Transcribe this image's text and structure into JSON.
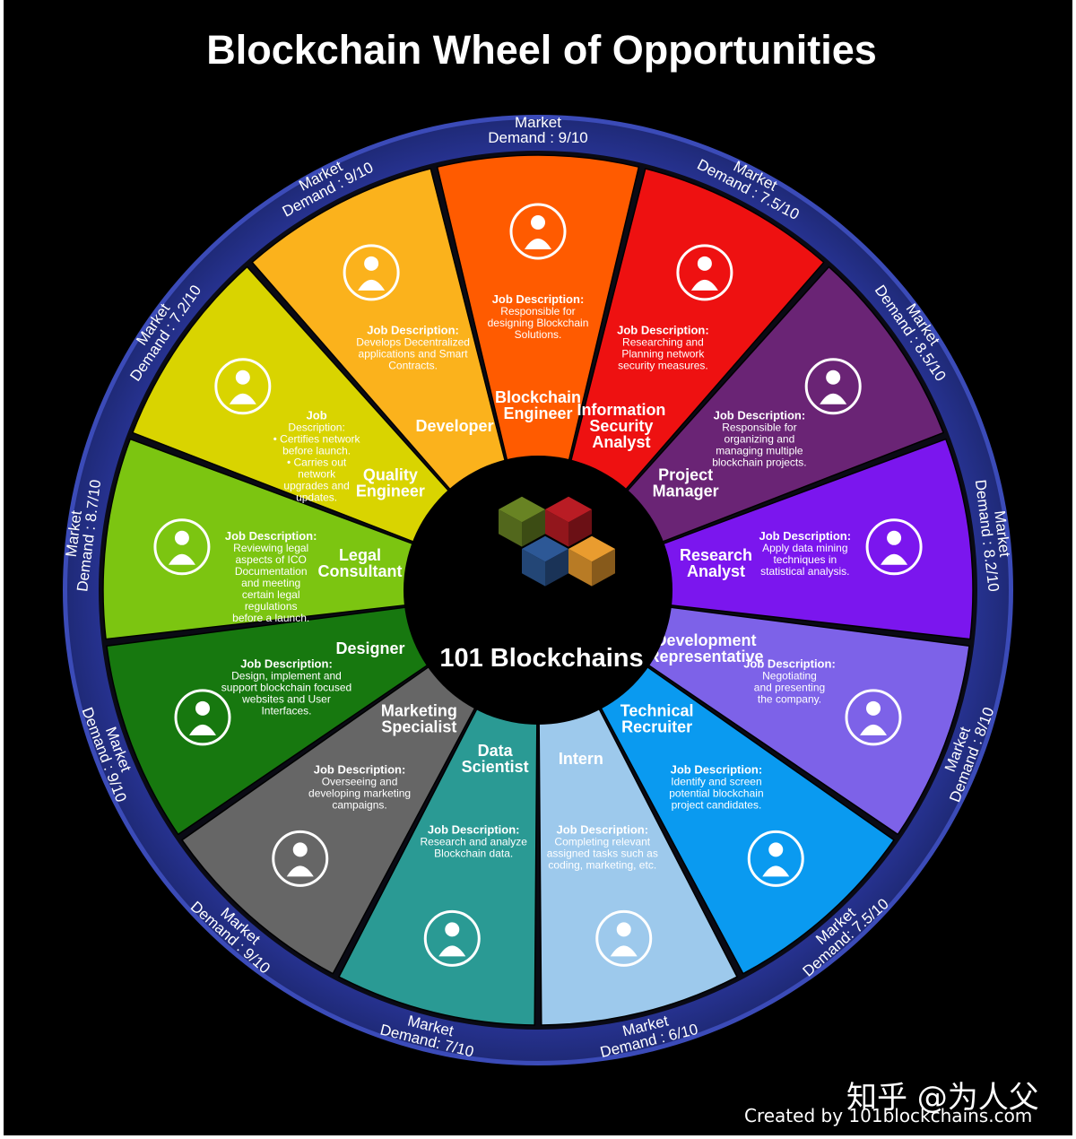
{
  "title": "Blockchain Wheel of Opportunities",
  "center_brand": "101 Blockchains",
  "credit": "Created by 101blockchains.com",
  "watermark": "知乎 @为人父",
  "rim_colors": {
    "outer": "#1f2a78",
    "inner": "#2e3aa8",
    "hub": "#000000"
  },
  "roles": [
    {
      "title": [
        "Blockchain",
        "Engineer"
      ],
      "description_heading": "Job Description:",
      "description": [
        "Responsible for",
        "designing Blockchain",
        "Solutions."
      ],
      "demand_lines": [
        "Market",
        "Demand : 9/10"
      ],
      "demand_score": 9,
      "color": "#ff5b00",
      "icon": "engineer-at-desk-icon"
    },
    {
      "title": [
        "Information",
        "Security",
        "Analyst"
      ],
      "description_heading": "Job Description:",
      "description": [
        "Researching and",
        "Planning network",
        "security measures."
      ],
      "demand_lines": [
        "Market",
        "Demand : 7.5/10"
      ],
      "demand_score": 7.5,
      "color": "#ee1111",
      "icon": "presenter-chart-icon"
    },
    {
      "title": [
        "Project",
        "Manager"
      ],
      "description_heading": "Job Description:",
      "description": [
        "Responsible for",
        "organizing and",
        "managing multiple",
        "blockchain projects."
      ],
      "demand_lines": [
        "Market",
        "Demand : 8.5/10"
      ],
      "demand_score": 8.5,
      "color": "#6a2475",
      "icon": "manager-gears-icon"
    },
    {
      "title": [
        "Research",
        "Analyst"
      ],
      "description_heading": "Job Description:",
      "description": [
        "Apply data mining",
        "techniques in",
        "statistical analysis."
      ],
      "demand_lines": [
        "Market",
        "Demand : 8.2/10"
      ],
      "demand_score": 8.2,
      "color": "#7b16ee",
      "icon": "head-magnifier-icon"
    },
    {
      "title": [
        "Development",
        "Representative"
      ],
      "description_heading": "Job Description:",
      "description": [
        "Negotiating",
        "and presenting",
        "the company."
      ],
      "demand_lines": [
        "Market",
        "Demand : 8/10"
      ],
      "demand_score": 8,
      "color": "#7d62e8",
      "icon": "representative-globe-icon"
    },
    {
      "title": [
        "Technical",
        "Recruiter"
      ],
      "description_heading": "Job Description:",
      "description": [
        "Identify and screen",
        "potential blockchain",
        "project candidates."
      ],
      "demand_lines": [
        "Market",
        "Demand: 7.5/10"
      ],
      "demand_score": 7.5,
      "color": "#0a9af0",
      "icon": "recruiter-group-icon"
    },
    {
      "title": [
        "Intern"
      ],
      "description_heading": "Job Description:",
      "description": [
        "Completing relevant",
        "assigned tasks such as",
        "coding, marketing, etc."
      ],
      "demand_lines": [
        "Market",
        "Demand : 6/10"
      ],
      "demand_score": 6,
      "color": "#9dc9ec",
      "icon": "intern-desk-icon"
    },
    {
      "title": [
        "Data",
        "Scientist"
      ],
      "description_heading": "Job Description:",
      "description": [
        "Research and analyze",
        "Blockchain data."
      ],
      "demand_lines": [
        "Market",
        "Demand: 7/10"
      ],
      "demand_score": 7,
      "color": "#2a9a94",
      "icon": "scientist-report-icon"
    },
    {
      "title": [
        "Marketing",
        "Specialist"
      ],
      "description_heading": "Job Description:",
      "description": [
        "Overseeing and",
        "developing marketing",
        "campaigns."
      ],
      "demand_lines": [
        "Market",
        "Demand : 9/10"
      ],
      "demand_score": 9,
      "color": "#666666",
      "icon": "megaphone-woman-icon"
    },
    {
      "title": [
        "Designer"
      ],
      "description_heading": "Job Description:",
      "description": [
        "Design, implement and",
        "support blockchain focused",
        "websites and User",
        "Interfaces."
      ],
      "demand_lines": [
        "Market",
        "Demand : 9/10"
      ],
      "demand_score": 9,
      "color": "#17780f",
      "icon": "designer-desk-icon"
    },
    {
      "title": [
        "Legal",
        "Consultant"
      ],
      "description_heading": "Job Description:",
      "description": [
        "Reviewing legal",
        "aspects of ICO",
        "Documentation",
        "and meeting",
        "certain legal",
        "regulations",
        "before a launch."
      ],
      "demand_lines": [
        "Market",
        "Demand : 8.7/10"
      ],
      "demand_score": 8.7,
      "color": "#7cc511",
      "icon": "scales-justice-icon"
    },
    {
      "title": [
        "Quality",
        "Engineer"
      ],
      "description_heading": "Job",
      "description": [
        "Description:",
        "• Certifies network",
        "before launch.",
        "• Carries out",
        "network",
        "upgrades and",
        "updates."
      ],
      "demand_lines": [
        "Market",
        "Demand : 7.2/10"
      ],
      "demand_score": 7.2,
      "color": "#d9d400",
      "icon": "inspector-check-icon"
    },
    {
      "title": [
        "Developer"
      ],
      "description_heading": "Job Description:",
      "description": [
        "Develops Decentralized",
        "applications and Smart",
        "Contracts."
      ],
      "demand_lines": [
        "Market",
        "Demand : 9/10"
      ],
      "demand_score": 9,
      "color": "#fbb21c",
      "icon": "developer-headset-icon"
    }
  ],
  "logo_cubes": [
    {
      "name": "green",
      "color": "#6e8a25"
    },
    {
      "name": "red",
      "color": "#c31d26"
    },
    {
      "name": "blue",
      "color": "#2f5d9e"
    },
    {
      "name": "orange",
      "color": "#f6a431"
    }
  ]
}
